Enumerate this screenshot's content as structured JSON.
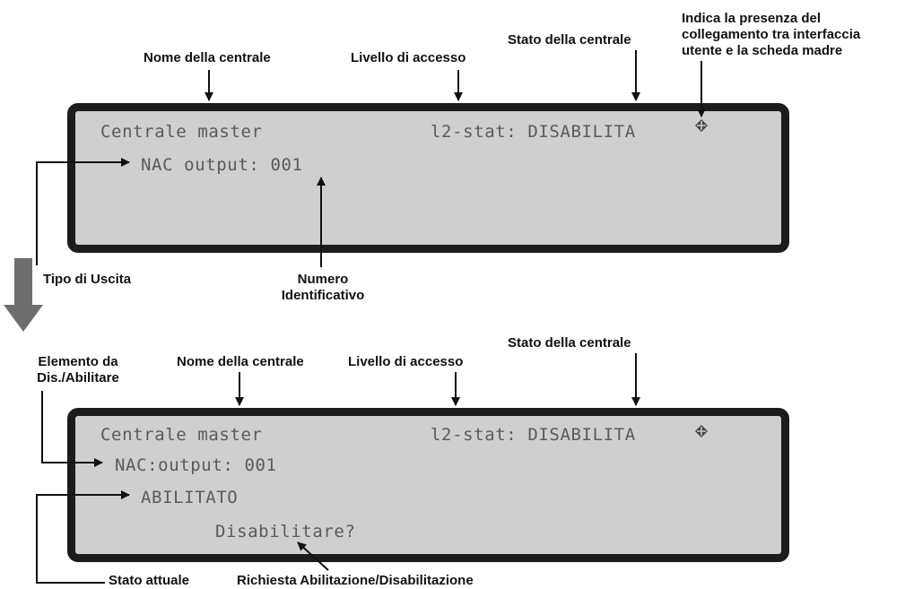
{
  "top_callouts": {
    "nome": "Nome della centrale",
    "livello": "Livello di accesso",
    "stato": "Stato della centrale",
    "indica": [
      "Indica la presenza del",
      "collegamento tra interfaccia",
      "utente e la scheda madre"
    ],
    "tipo": "Tipo di Uscita",
    "numero": [
      "Numero",
      "Identificativo"
    ]
  },
  "top_display": {
    "line1_left": "Centrale master",
    "line1_right": "l2-stat: DISABILITA",
    "line2": "NAC output: 001"
  },
  "bottom_callouts": {
    "elemento": [
      "Elemento da",
      "Dis./Abilitare"
    ],
    "nome": "Nome della centrale",
    "livello": "Livello di accesso",
    "stato": "Stato della centrale",
    "stato_attuale": "Stato attuale",
    "richiesta": "Richiesta Abilitazione/Disabilitazione"
  },
  "bottom_display": {
    "line1_left": "Centrale master",
    "line1_right": "l2-stat: DISABILITA",
    "line2": "NAC:output: 001",
    "line3": "ABILITATO",
    "line4": "Disabilitare?"
  },
  "connection_icon": "connection-diamond-icon"
}
